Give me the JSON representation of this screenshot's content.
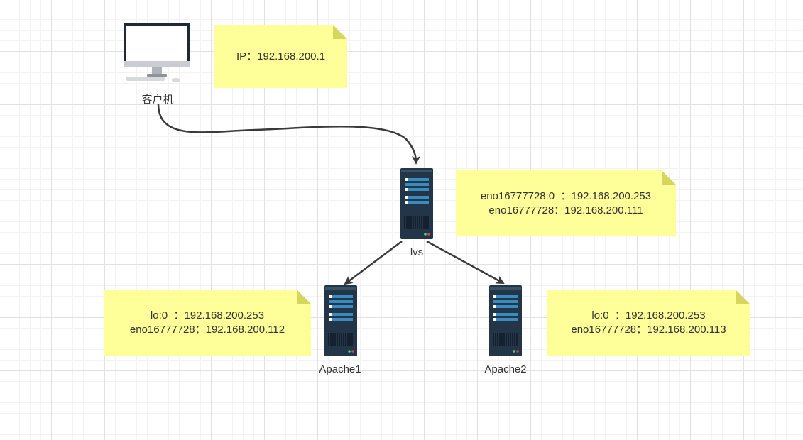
{
  "diagram": {
    "nodes": {
      "client": {
        "label": "客户机",
        "icon": "desktop-computer-icon"
      },
      "lvs": {
        "label": "lvs",
        "icon": "server-icon"
      },
      "apache1": {
        "label": "Apache1",
        "icon": "server-icon"
      },
      "apache2": {
        "label": "Apache2",
        "icon": "server-icon"
      }
    },
    "notes": {
      "client": {
        "lines": [
          "IP：192.168.200.1"
        ]
      },
      "lvs": {
        "lines": [
          "eno16777728:0  ：192.168.200.253",
          "eno16777728：192.168.200.111"
        ]
      },
      "apache1": {
        "lines": [
          "lo:0  ：192.168.200.253",
          "eno16777728：192.168.200.112"
        ]
      },
      "apache2": {
        "lines": [
          "lo:0  ：192.168.200.253",
          "eno16777728：192.168.200.113"
        ]
      }
    },
    "edges": [
      {
        "from": "客户机",
        "to": "lvs"
      },
      {
        "from": "lvs",
        "to": "Apache1"
      },
      {
        "from": "lvs",
        "to": "Apache2"
      }
    ],
    "colors": {
      "note_fill": "#ffff99",
      "note_fold": "#d6d65e",
      "server_body": "#233648",
      "server_slot": "#3a8bc0",
      "connector": "#3a3a3a"
    }
  }
}
